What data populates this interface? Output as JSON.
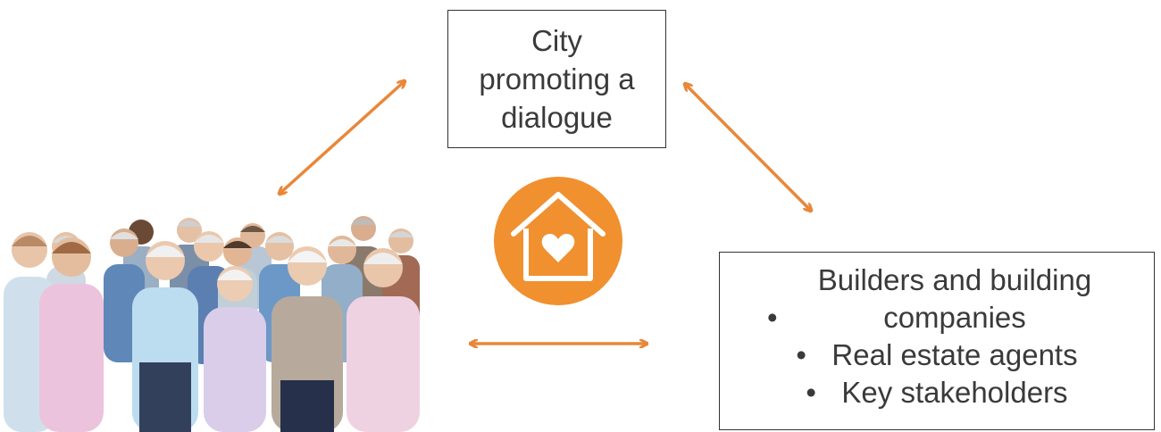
{
  "diagram": {
    "city_box": {
      "text": "City promoting a dialogue"
    },
    "stakeholders_box": {
      "items": [
        {
          "bullet": "•",
          "text": "Builders and building companies"
        },
        {
          "bullet": "•",
          "text": "Real estate agents"
        },
        {
          "bullet": "•",
          "text": "Key stakeholders"
        }
      ]
    },
    "arrows": [
      {
        "from": "residents",
        "to": "city_box",
        "bidirectional": true
      },
      {
        "from": "city_box",
        "to": "stakeholders_box",
        "bidirectional": true
      },
      {
        "from": "residents",
        "to": "stakeholders_box",
        "bidirectional": true
      }
    ],
    "icons": {
      "center": "house-heart-icon",
      "residents": "senior-people-group-photo"
    },
    "colors": {
      "arrow": "#e8873a",
      "icon_circle": "#f0902f",
      "box_border": "#333333",
      "text": "#3a3a3a"
    }
  }
}
